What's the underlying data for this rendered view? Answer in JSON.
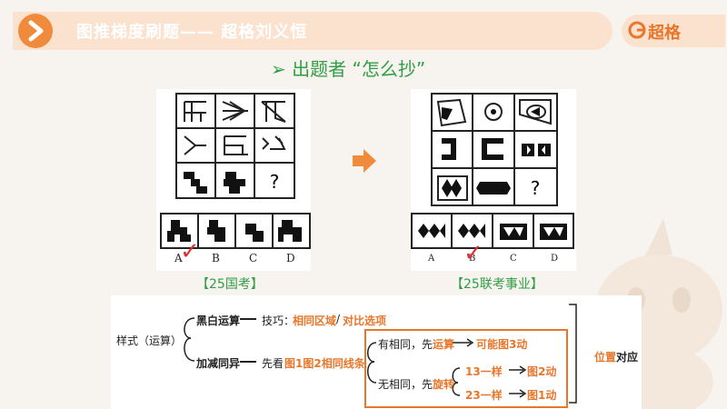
{
  "header": {
    "title": "图推梯度刷题—— 超格刘义恒",
    "logo_text": "超格"
  },
  "subtitle": "➢ 出题者 “怎么抄”",
  "left_question": {
    "options": [
      "A",
      "B",
      "C",
      "D"
    ],
    "question_mark": "?",
    "answer_mark": "✓",
    "source": "【25国考】"
  },
  "right_question": {
    "options": [
      "A",
      "B",
      "C",
      "D"
    ],
    "question_mark": "?",
    "answer_mark": "✓",
    "source": "【25联考事业】"
  },
  "mindmap": {
    "root": "样式（运算）",
    "branch1": {
      "label": "黑白运算",
      "dash": "—",
      "tip_label": "技巧：",
      "tip_a": "相同区域",
      "tip_sep": "/",
      "tip_b": "对比选项"
    },
    "branch2": {
      "label": "加减同异",
      "dash": "—",
      "look_prefix": "先看",
      "look_highlight": "图1图2相同线条"
    },
    "same": {
      "prefix": "有相同，先",
      "highlight": "运算",
      "arrow": "→",
      "result": "可能图3动"
    },
    "diff": {
      "prefix": "无相同，先",
      "highlight": "旋转"
    },
    "sub1": {
      "label": "13一样",
      "arrow": "→",
      "result": "图2动"
    },
    "sub2": {
      "label": "23一样",
      "arrow": "→",
      "result": "图1动"
    },
    "right_label_a": "位置",
    "right_label_b": "对应"
  },
  "colors": {
    "accent": "#e8762b",
    "green": "#2f9e44",
    "header_bg": "#fbe2cf",
    "answer": "#e03131"
  }
}
